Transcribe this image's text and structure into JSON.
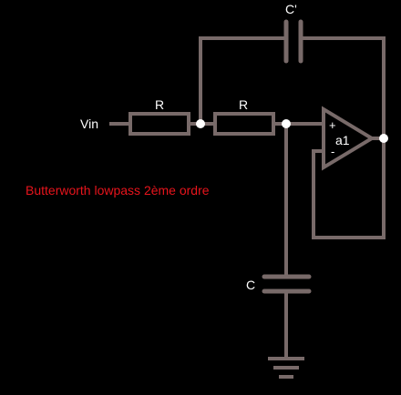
{
  "labels": {
    "vin": "Vin",
    "r1": "R",
    "r2": "R",
    "c_feedback": "C'",
    "c_ground": "C",
    "opamp": "a1",
    "opamp_plus": "+",
    "opamp_minus": "-"
  },
  "caption": "Butterworth lowpass 2ème ordre",
  "colors": {
    "background": "#000000",
    "wire": "#786a69",
    "node": "#ffffff",
    "label": "#ffffff",
    "caption": "#e8141c"
  }
}
